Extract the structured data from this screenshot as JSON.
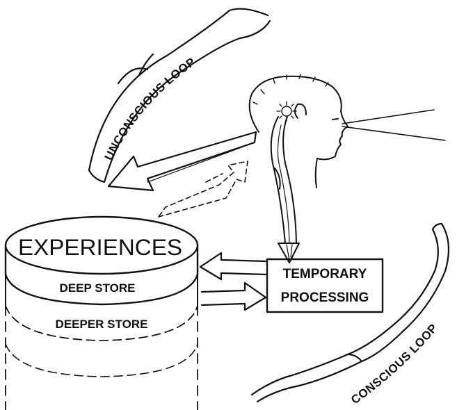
{
  "labels": {
    "unconscious_loop": "UNCONSCIOUS LOOP",
    "conscious_loop": "CONSCIOUS LOOP",
    "experiences": "EXPERIENCES",
    "deep_store": "DEEP STORE",
    "deeper_store": "DEEPER STORE",
    "temporary": "TEMPORARY",
    "processing": "PROCESSING"
  },
  "colors": {
    "ink": "#111111",
    "paper": "#ffffff"
  },
  "icons": [
    "curly-brace-icon",
    "head-profile-icon",
    "arrow-icon",
    "cylinder-icon"
  ]
}
